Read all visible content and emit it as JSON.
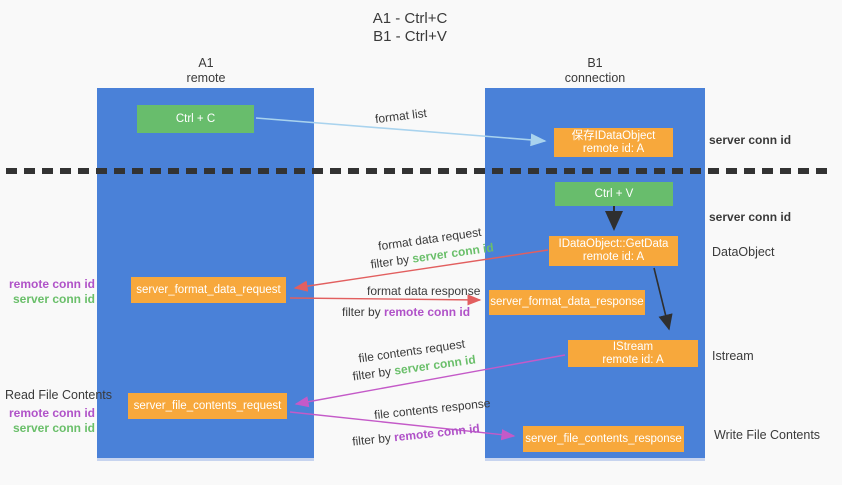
{
  "title": {
    "line1": "A1 - Ctrl+C",
    "line2": "B1 - Ctrl+V"
  },
  "lifelines": {
    "left": {
      "name": "A1",
      "subtitle": "remote"
    },
    "right": {
      "name": "B1",
      "subtitle": "connection"
    }
  },
  "nodes": {
    "ctrl_c": {
      "label": "Ctrl + C"
    },
    "ctrl_v": {
      "label": "Ctrl + V"
    },
    "save_dataobject": {
      "line1": "保存IDataObject",
      "line2": "remote id: A"
    },
    "getdata": {
      "line1": "IDataObject::GetData",
      "line2": "remote id: A"
    },
    "istream": {
      "line1": "IStream",
      "line2": "remote id: A"
    },
    "server_format_data_request": {
      "label": "server_format_data_request"
    },
    "server_format_data_response": {
      "label": "server_format_data_response"
    },
    "server_file_contents_request": {
      "label": "server_file_contents_request"
    },
    "server_file_contents_response": {
      "label": "server_file_contents_response"
    }
  },
  "edge_labels": {
    "format_list": "format list",
    "format_data_request": "format data request",
    "format_data_response": "format data response",
    "file_contents_request": "file contents request",
    "file_contents_response": "file contents response",
    "filter_by": "filter by",
    "server_conn_id": "server conn id",
    "remote_conn_id": "remote conn id"
  },
  "side_labels": {
    "right_server_conn_id_top": "server conn id",
    "right_server_conn_id_mid": "server conn id",
    "right_dataobject": "DataObject",
    "right_istream": "Istream",
    "right_write_file_contents": "Write File Contents",
    "left_remote_conn_id": "remote conn id",
    "left_server_conn_id": "server conn id",
    "left_read_file_contents": "Read File Contents"
  },
  "colors": {
    "bg": "#f9f9f9",
    "lifeline_blue": "#4a81d8",
    "node_green": "#68bd6c",
    "node_orange": "#f7a83c",
    "text_dark": "#3a3a3a",
    "green_text": "#6abf6a",
    "purple_text": "#b052c8",
    "arrow_red": "#e25f5f",
    "arrow_magenta": "#c45ac8",
    "arrow_lightblue": "#a9d3ee",
    "arrow_black": "#2f2f2f",
    "dotted_line": "#333333"
  }
}
